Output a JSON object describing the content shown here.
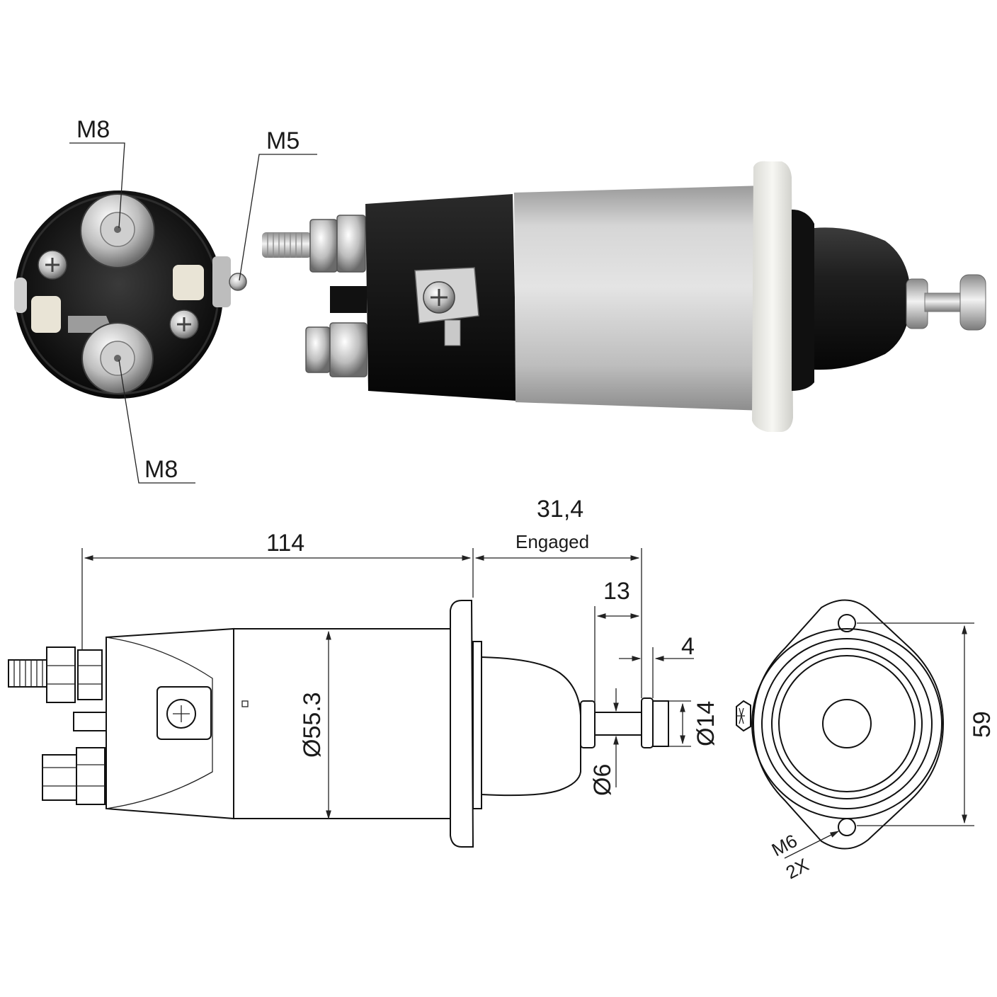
{
  "photo_labels": {
    "top_terminal": "M8",
    "side_terminal": "M5",
    "bottom_terminal": "M8"
  },
  "dimensions": {
    "overall_length": "114",
    "stroke_value": "31,4",
    "stroke_note": "Engaged",
    "plunger_length": "13",
    "plunger_head": "4",
    "body_diameter": "Ø55.3",
    "plunger_head_diameter": "Ø14",
    "plunger_shaft_diameter": "Ø6",
    "flange_hole_spacing": "59",
    "flange_thread": "M6",
    "flange_thread_qty": "2X"
  },
  "colors": {
    "background": "#ffffff",
    "cap_black": "#151515",
    "body_silver": "#c9c9c9",
    "flange_white": "#f0f0ec"
  }
}
